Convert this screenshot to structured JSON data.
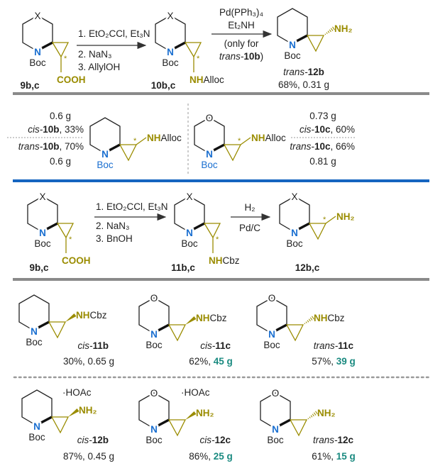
{
  "section1": {
    "sm": {
      "hetero": "X",
      "n": "N",
      "boc": "Boc",
      "sub_a": "COOH",
      "label": "9b,c"
    },
    "reagents1": [
      "1. EtO₂CCl, Et₃N",
      "2. NaN₃",
      "3. AllylOH"
    ],
    "int": {
      "hetero": "X",
      "n": "N",
      "boc": "Boc",
      "sub_a": "NH",
      "sub_b": "Alloc",
      "label": "10b,c"
    },
    "reagents2": {
      "above": [
        "Pd(PPh₃)₄",
        "Et₂NH"
      ],
      "below1": "(only for",
      "below2_stereo": "trans-",
      "below2_num": "10b",
      "below2_end": ")"
    },
    "product": {
      "n": "N",
      "boc": "Boc",
      "sub_a": "NH₂",
      "stereo": "trans-",
      "num": "12b",
      "yield": "68%, 0.31 g"
    }
  },
  "section2": {
    "left": {
      "mass_cis": "0.6 g",
      "cis_stereo": "cis-",
      "cis_num": "10b",
      "cis_yield": ", 33%",
      "trans_stereo": "trans-",
      "trans_num": "10b",
      "trans_yield": ", 70%",
      "mass_trans": "0.6 g",
      "mol": {
        "n": "N",
        "boc": "Boc",
        "sub_a": "NH",
        "sub_b": "Alloc"
      }
    },
    "right": {
      "mass_cis": "0.73 g",
      "cis_stereo": "cis-",
      "cis_num": "10c",
      "cis_yield": ", 60%",
      "trans_stereo": "trans-",
      "trans_num": "10c",
      "trans_yield": ", 66%",
      "mass_trans": "0.81 g",
      "mol": {
        "hetero": "O",
        "n": "N",
        "boc": "Boc",
        "sub_a": "NH",
        "sub_b": "Alloc"
      }
    }
  },
  "section3": {
    "sm": {
      "hetero": "X",
      "n": "N",
      "boc": "Boc",
      "sub_a": "COOH",
      "label": "9b,c"
    },
    "reagents1": [
      "1. EtO₂CCl, Et₃N",
      "2. NaN₃",
      "3. BnOH"
    ],
    "int": {
      "hetero": "X",
      "n": "N",
      "boc": "Boc",
      "sub_a": "NH",
      "sub_b": "Cbz",
      "label": "11b,c"
    },
    "reagents2": {
      "above": "H₂",
      "below": "Pd/C"
    },
    "product": {
      "hetero": "X",
      "n": "N",
      "boc": "Boc",
      "sub_a": "NH₂",
      "label": "12b,c"
    }
  },
  "section4": [
    {
      "n": "N",
      "boc": "Boc",
      "sub_a": "NH",
      "sub_b": "Cbz",
      "stereo": "cis-",
      "num": "11b",
      "yield": "30%, 0.65 g",
      "mass": ""
    },
    {
      "hetero": "O",
      "n": "N",
      "boc": "Boc",
      "sub_a": "NH",
      "sub_b": "Cbz",
      "stereo": "cis-",
      "num": "11c",
      "yield": "62%, ",
      "mass": "45 g"
    },
    {
      "hetero": "O",
      "n": "N",
      "boc": "Boc",
      "sub_a": "NH",
      "sub_b": "Cbz",
      "stereo": "trans-",
      "num": "11c",
      "yield": "57%, ",
      "mass": "39 g"
    }
  ],
  "section5": [
    {
      "n": "N",
      "boc": "Boc",
      "sub_a": "NH₂",
      "salt": "·HOAc",
      "stereo": "cis-",
      "num": "12b",
      "yield": "87%, 0.45 g",
      "mass": ""
    },
    {
      "hetero": "O",
      "n": "N",
      "boc": "Boc",
      "sub_a": "NH₂",
      "salt": "·HOAc",
      "stereo": "cis-",
      "num": "12c",
      "yield": "86%, ",
      "mass": "25 g"
    },
    {
      "hetero": "O",
      "n": "N",
      "boc": "Boc",
      "sub_a": "NH₂",
      "stereo": "trans-",
      "num": "12c",
      "yield": "61%, ",
      "mass": "15 g"
    }
  ],
  "colors": {
    "olive": "#9a8c00",
    "nitrogen": "#1a6fd0",
    "teal": "#1a8a80",
    "gray_bar": "#8a8a8a",
    "blue_bar": "#1565c0"
  }
}
